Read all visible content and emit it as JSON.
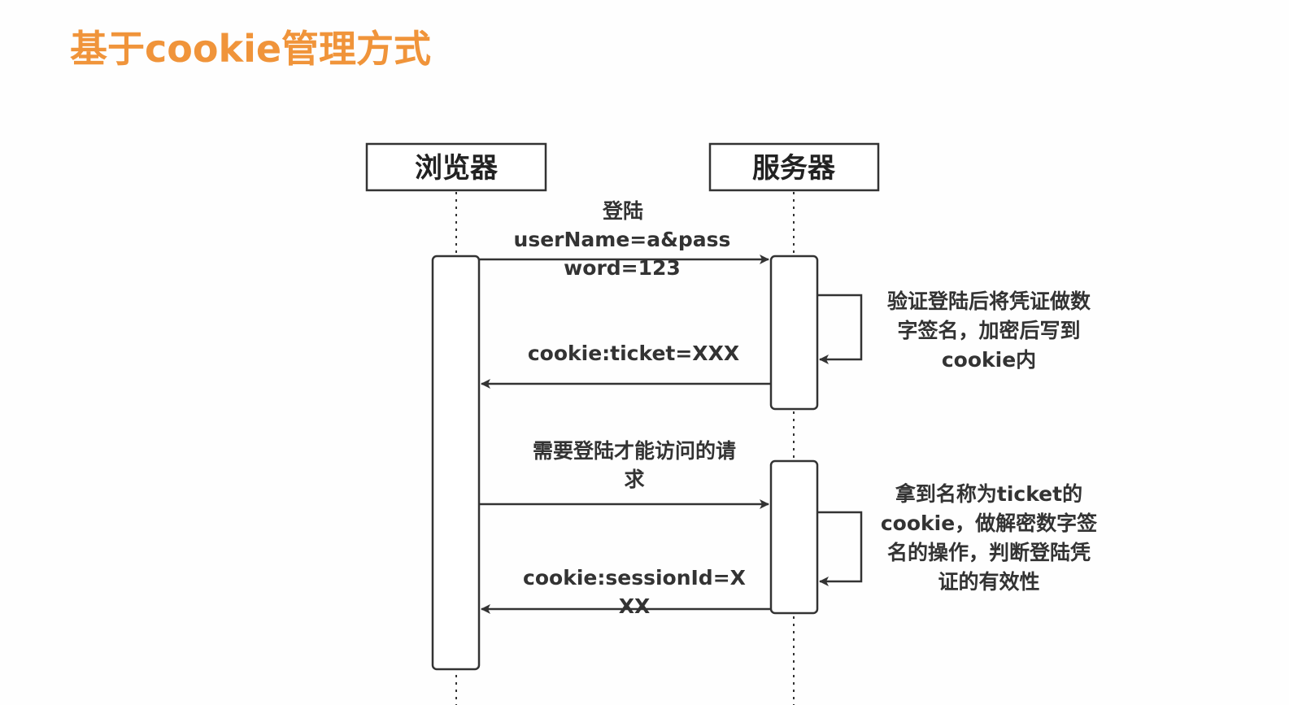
{
  "title": "基于cookie管理方式",
  "actors": {
    "browser": "浏览器",
    "server": "服务器"
  },
  "messages": {
    "login": [
      "登陆",
      "userName=a&pass",
      "word=123"
    ],
    "set_cookie": [
      "cookie:ticket=XXX"
    ],
    "request": [
      "需要登陆才能访问的请",
      "求"
    ],
    "session": [
      "cookie:sessionId=X",
      "XX"
    ]
  },
  "notes": {
    "sign": [
      "验证登陆后将凭证做数",
      "字签名，加密后写到",
      "cookie内"
    ],
    "verify": [
      "拿到名称为ticket的",
      "cookie，做解密数字签",
      "名的操作，判断登陆凭",
      "证的有效性"
    ]
  },
  "colors": {
    "title": "#f0943a",
    "line": "#333333"
  }
}
